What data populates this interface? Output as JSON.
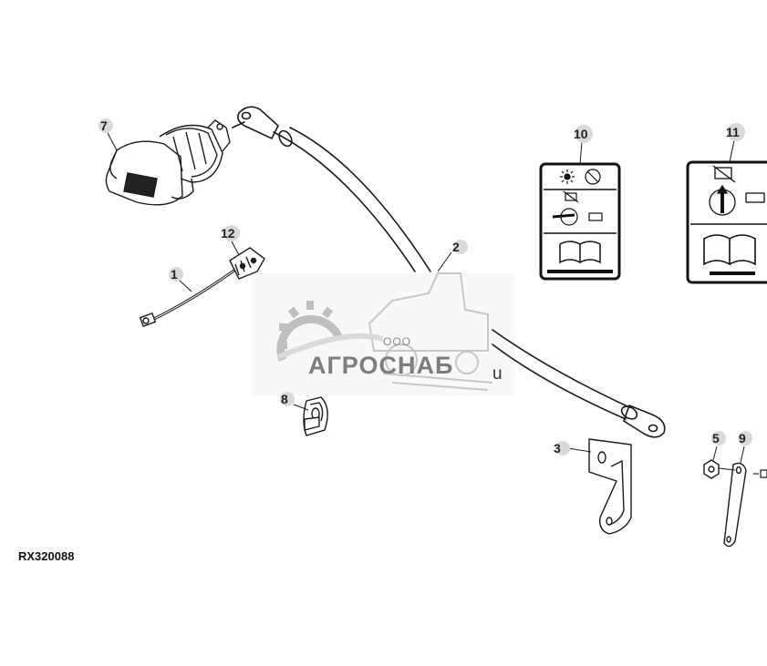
{
  "diagram": {
    "figure_id": "RX320088",
    "callouts": [
      {
        "id": "callout-1",
        "label": "1"
      },
      {
        "id": "callout-2",
        "label": "2"
      },
      {
        "id": "callout-3",
        "label": "3"
      },
      {
        "id": "callout-5",
        "label": "5"
      },
      {
        "id": "callout-7",
        "label": "7"
      },
      {
        "id": "callout-8",
        "label": "8"
      },
      {
        "id": "callout-9",
        "label": "9"
      },
      {
        "id": "callout-10",
        "label": "10"
      },
      {
        "id": "callout-11",
        "label": "11"
      },
      {
        "id": "callout-12",
        "label": "12"
      }
    ]
  },
  "watermark": {
    "small": "ООО",
    "brand": "АГРОСНАБ",
    "suffix": "u"
  },
  "colors": {
    "line": "#1a1a1a",
    "callout_bubble": "#d9d9d9",
    "watermark": "#9a9a9a"
  }
}
